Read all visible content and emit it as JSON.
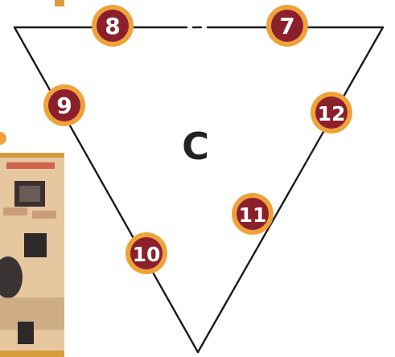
{
  "diagram": {
    "center_label": "C",
    "markers": [
      {
        "id": "8",
        "label": "8"
      },
      {
        "id": "7",
        "label": "7"
      },
      {
        "id": "9",
        "label": "9"
      },
      {
        "id": "12",
        "label": "12"
      },
      {
        "id": "11",
        "label": "11"
      },
      {
        "id": "10",
        "label": "10"
      }
    ]
  },
  "colors": {
    "marker_fill": "#8b1f2c",
    "marker_ring": "#f0a23a",
    "line": "#1a1a1a",
    "label": "#222222",
    "photo_panel_bg": "#e8c9a2",
    "photo_panel_accent": "#c23b2b"
  }
}
